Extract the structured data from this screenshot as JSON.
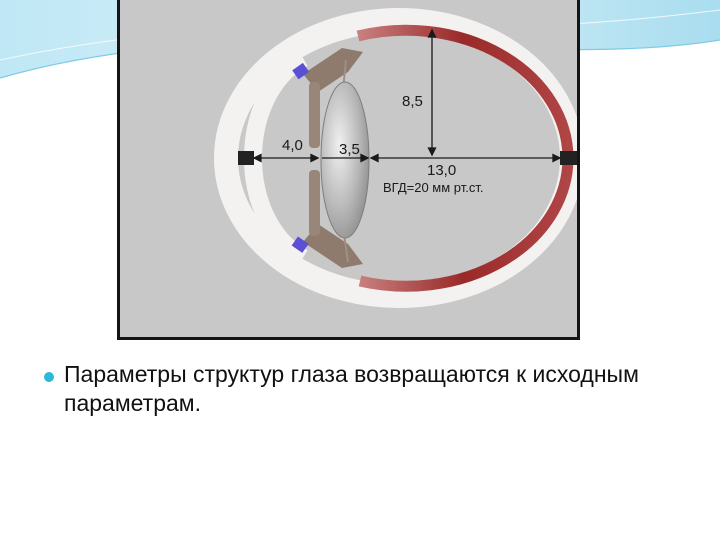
{
  "slide": {
    "caption": "Параметры структур глаза возвращаются к исходным параметрам."
  },
  "figure": {
    "labels": {
      "vitreous_depth": "8,5",
      "anterior_chamber_depth": "4,0",
      "lens_thickness": "3,5",
      "axial_length": "13,0",
      "iop": "ВГД=20 мм рт.ст."
    },
    "colors": {
      "background": "#c8c8c8",
      "sclera": "#f4f2f0",
      "retina": "#a03030",
      "lens": "#b5b5b5",
      "iris": "#9a8678",
      "accent": "#2eb8d8"
    }
  }
}
